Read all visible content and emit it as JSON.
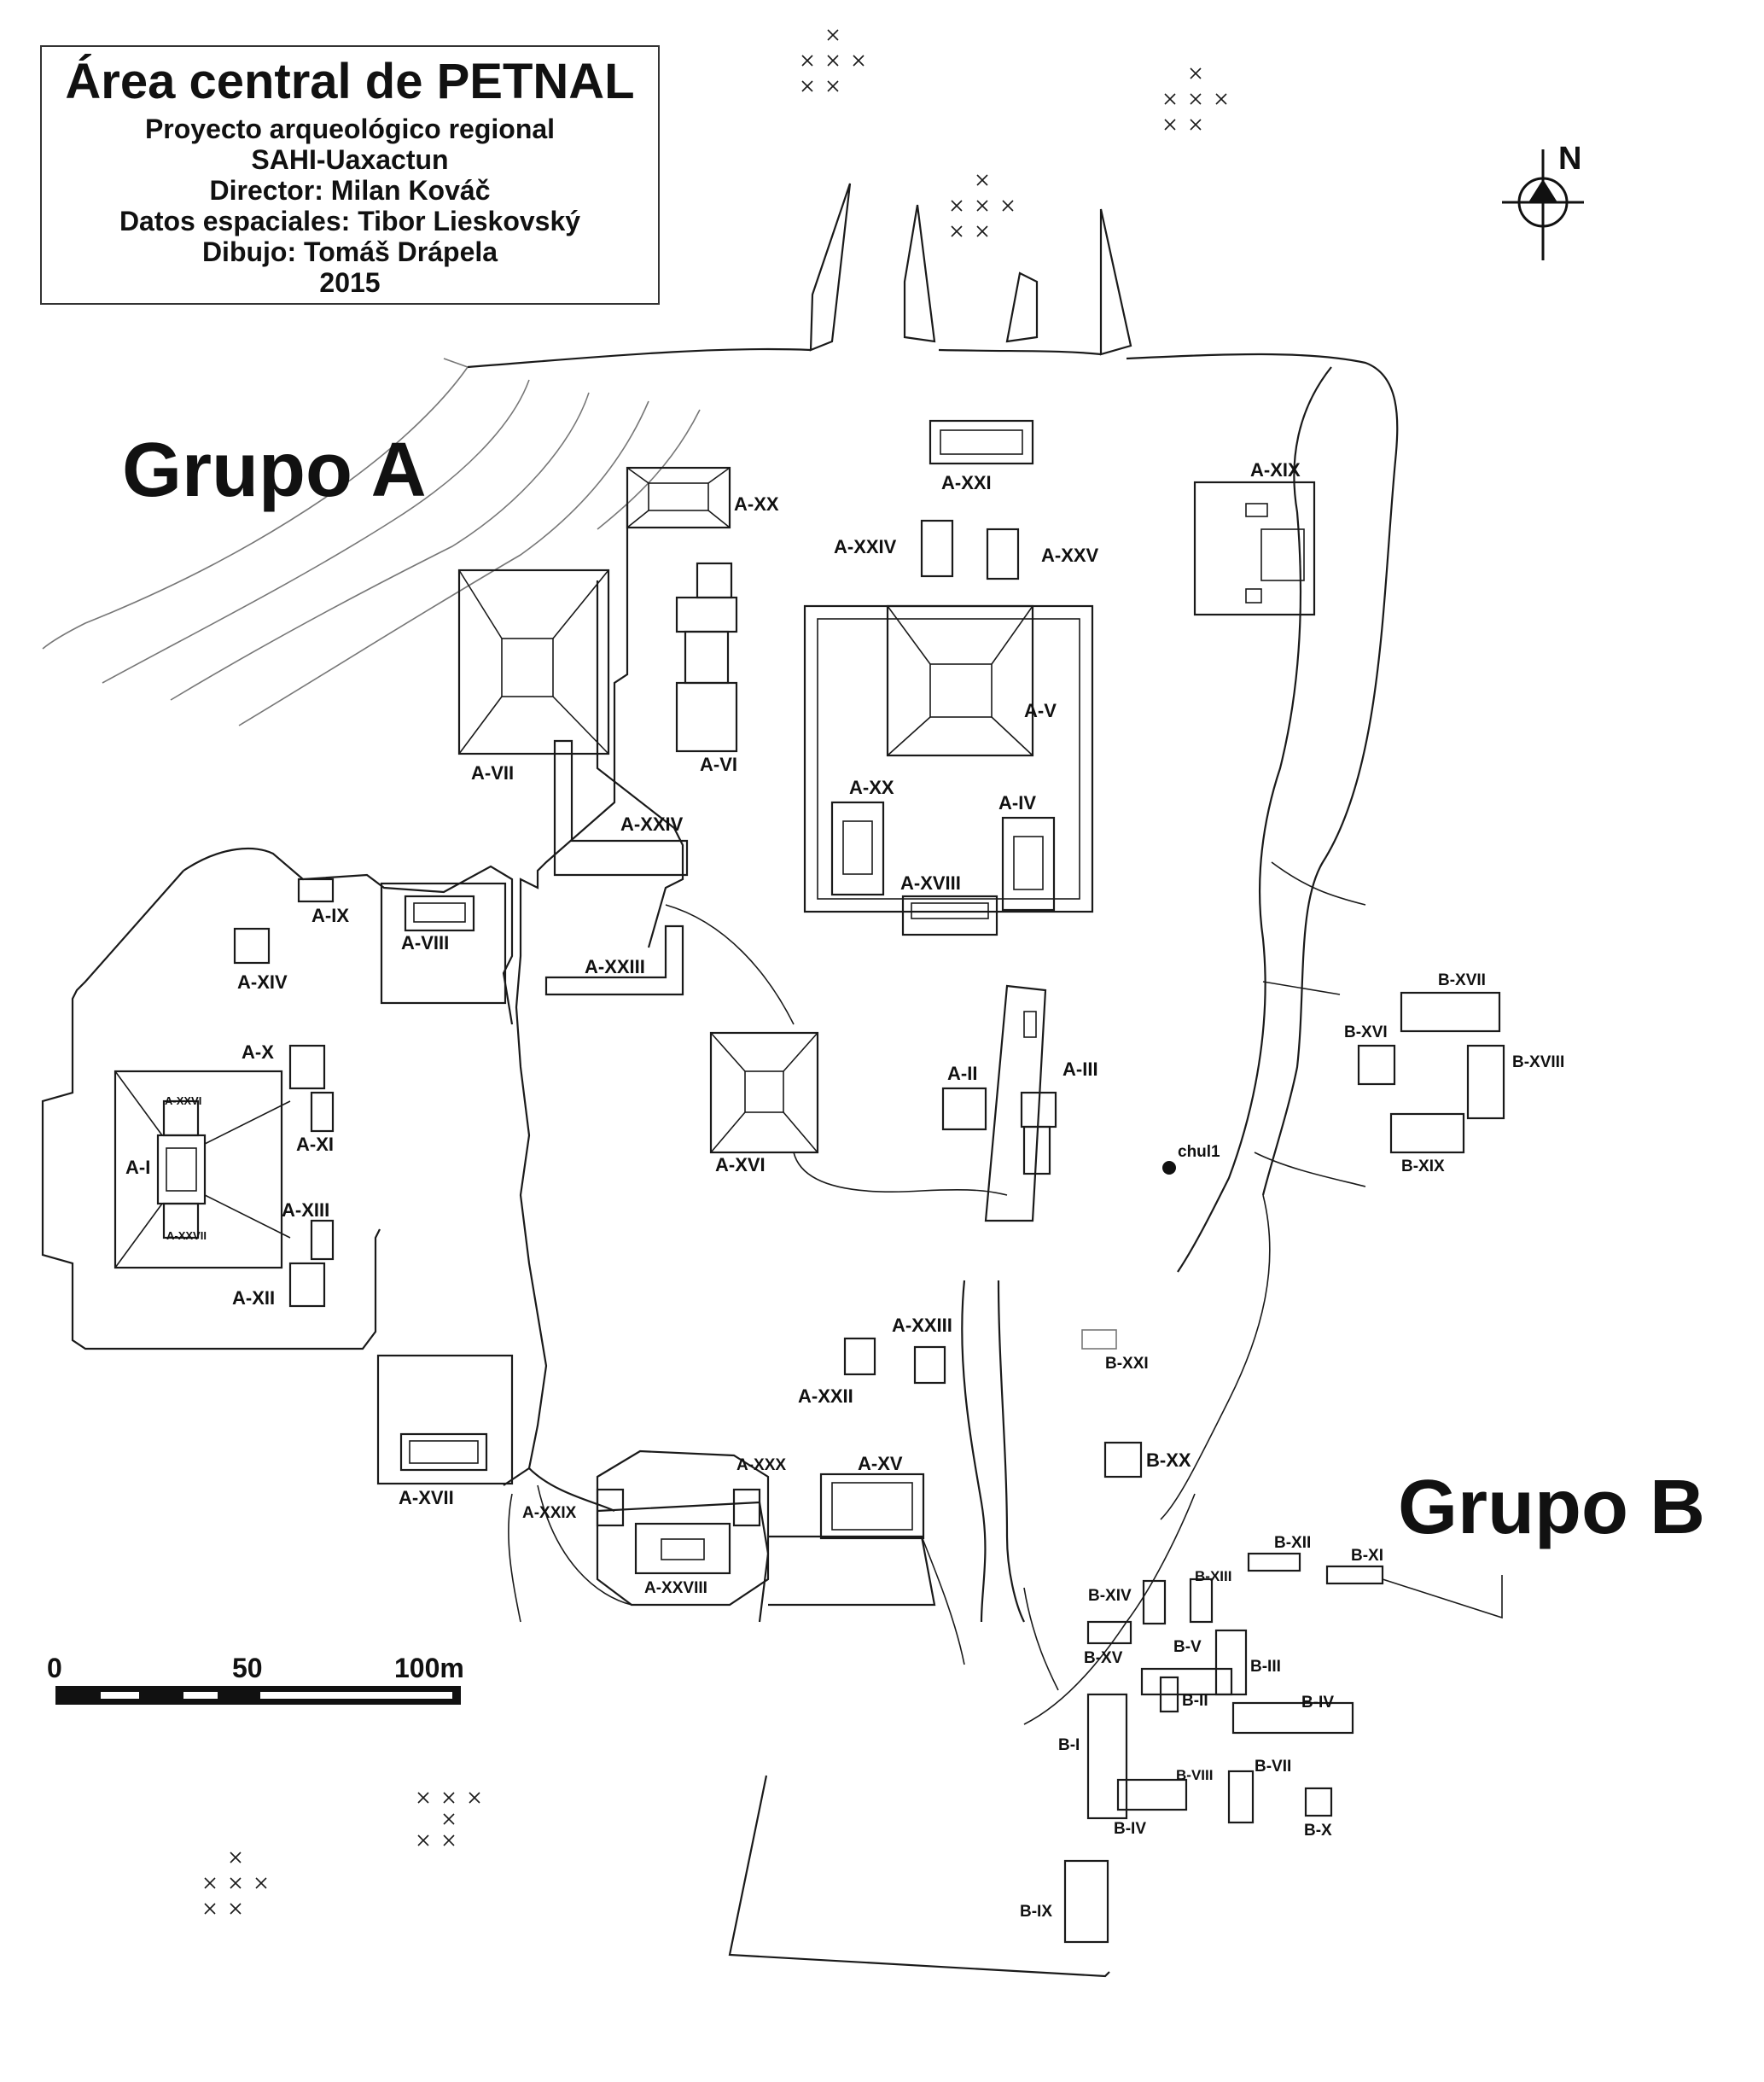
{
  "title": {
    "heading": "Área central de PETNAL",
    "lines": [
      "Proyecto arqueológico regional",
      "SAHI-Uaxactun",
      "Director: Milan Kováč",
      "Datos espaciales: Tibor Lieskovský",
      "Dibujo: Tomáš Drápela",
      "2015"
    ]
  },
  "groups": {
    "a": "Grupo A",
    "b": "Grupo B"
  },
  "north_label": "N",
  "scale": {
    "label_0": "0",
    "label_50": "50",
    "label_100": "100m"
  },
  "feature": {
    "chultun": "chul1"
  },
  "structures": {
    "a_xx_top": "A-XX",
    "a_xxi": "A-XXI",
    "a_xxiv_top": "A-XXIV",
    "a_xxv": "A-XXV",
    "a_xix": "A-XIX",
    "a_vi": "A-VI",
    "a_vii": "A-VII",
    "a_v": "A-V",
    "a_xx_mid": "A-XX",
    "a_iv": "A-IV",
    "a_xviii": "A-XVIII",
    "a_xxiv_mid": "A-XXIV",
    "a_ix": "A-IX",
    "a_viii": "A-VIII",
    "a_xiv": "A-XIV",
    "a_xxiii_mid": "A-XXIII",
    "a_x": "A-X",
    "a_xxvi": "A-XXVI",
    "a_xi": "A-XI",
    "a_i": "A-I",
    "a_xiii": "A-XIII",
    "a_xxvii": "A-XXVII",
    "a_xii": "A-XII",
    "a_ii": "A-II",
    "a_iii": "A-III",
    "a_xvi": "A-XVI",
    "a_xxiii_low": "A-XXIII",
    "a_xxii": "A-XXII",
    "a_xvii": "A-XVII",
    "a_xxx": "A-XXX",
    "a_xv": "A-XV",
    "a_xxix": "A-XXIX",
    "a_xxviii": "A-XXVIII",
    "b_xvii": "B-XVII",
    "b_xvi": "B-XVI",
    "b_xviii": "B-XVIII",
    "b_xix": "B-XIX",
    "b_xxi": "B-XXI",
    "b_xx": "B-XX",
    "b_xii": "B-XII",
    "b_xi": "B-XI",
    "b_xiii": "B-XIII",
    "b_xiv": "B-XIV",
    "b_xv": "B-XV",
    "b_v": "B-V",
    "b_iii": "B-III",
    "b_ii": "B-II",
    "b_iv_top": "B-IV",
    "b_i": "B-I",
    "b_vii": "B-VII",
    "b_viii": "B-VIII",
    "b_iv_low": "B-IV",
    "b_x": "B-X",
    "b_ix": "B-IX"
  }
}
